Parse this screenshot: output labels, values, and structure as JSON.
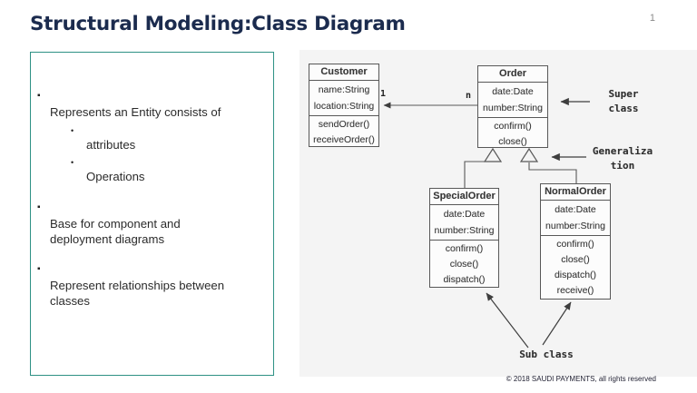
{
  "page": {
    "title": "Structural Modeling:Class Diagram",
    "number": "1",
    "footer": "© 2018 SAUDI PAYMENTS, all rights reserved"
  },
  "colors": {
    "title_navy": "#1B2B4E",
    "panel_border_teal": "#2E9184",
    "diagram_background": "#F4F4F4",
    "diagram_ink": "#585858"
  },
  "panel": {
    "markers": {
      "main": "▪",
      "sub": "•"
    },
    "bullets": [
      {
        "text": "Represents an Entity consists of"
      },
      {
        "text": "attributes"
      },
      {
        "text": "Operations"
      },
      {
        "text": "Base for component and\ndeployment diagrams"
      },
      {
        "text": "Represent relationships between\nclasses"
      }
    ]
  },
  "diagram": {
    "classes": [
      {
        "name": "Customer",
        "attributes": [
          "name:String",
          "location:String"
        ],
        "operations": [
          "sendOrder()",
          "receiveOrder()"
        ]
      },
      {
        "name": "Order",
        "attributes": [
          "date:Date",
          "number:String"
        ],
        "operations": [
          "confirm()",
          "close()"
        ]
      },
      {
        "name": "SpecialOrder",
        "attributes": [
          "date:Date",
          "number:String"
        ],
        "operations": [
          "confirm()",
          "close()",
          "dispatch()"
        ]
      },
      {
        "name": "NormalOrder",
        "attributes": [
          "date:Date",
          "number:String"
        ],
        "operations": [
          "confirm()",
          "close()",
          "dispatch()",
          "receive()"
        ]
      }
    ],
    "association": {
      "customer_multiplicity": "1",
      "order_multiplicity": "n"
    },
    "annotations": {
      "super_class": "Super\nclass",
      "generalization": "Generaliza\ntion",
      "sub_class": "Sub class"
    }
  }
}
